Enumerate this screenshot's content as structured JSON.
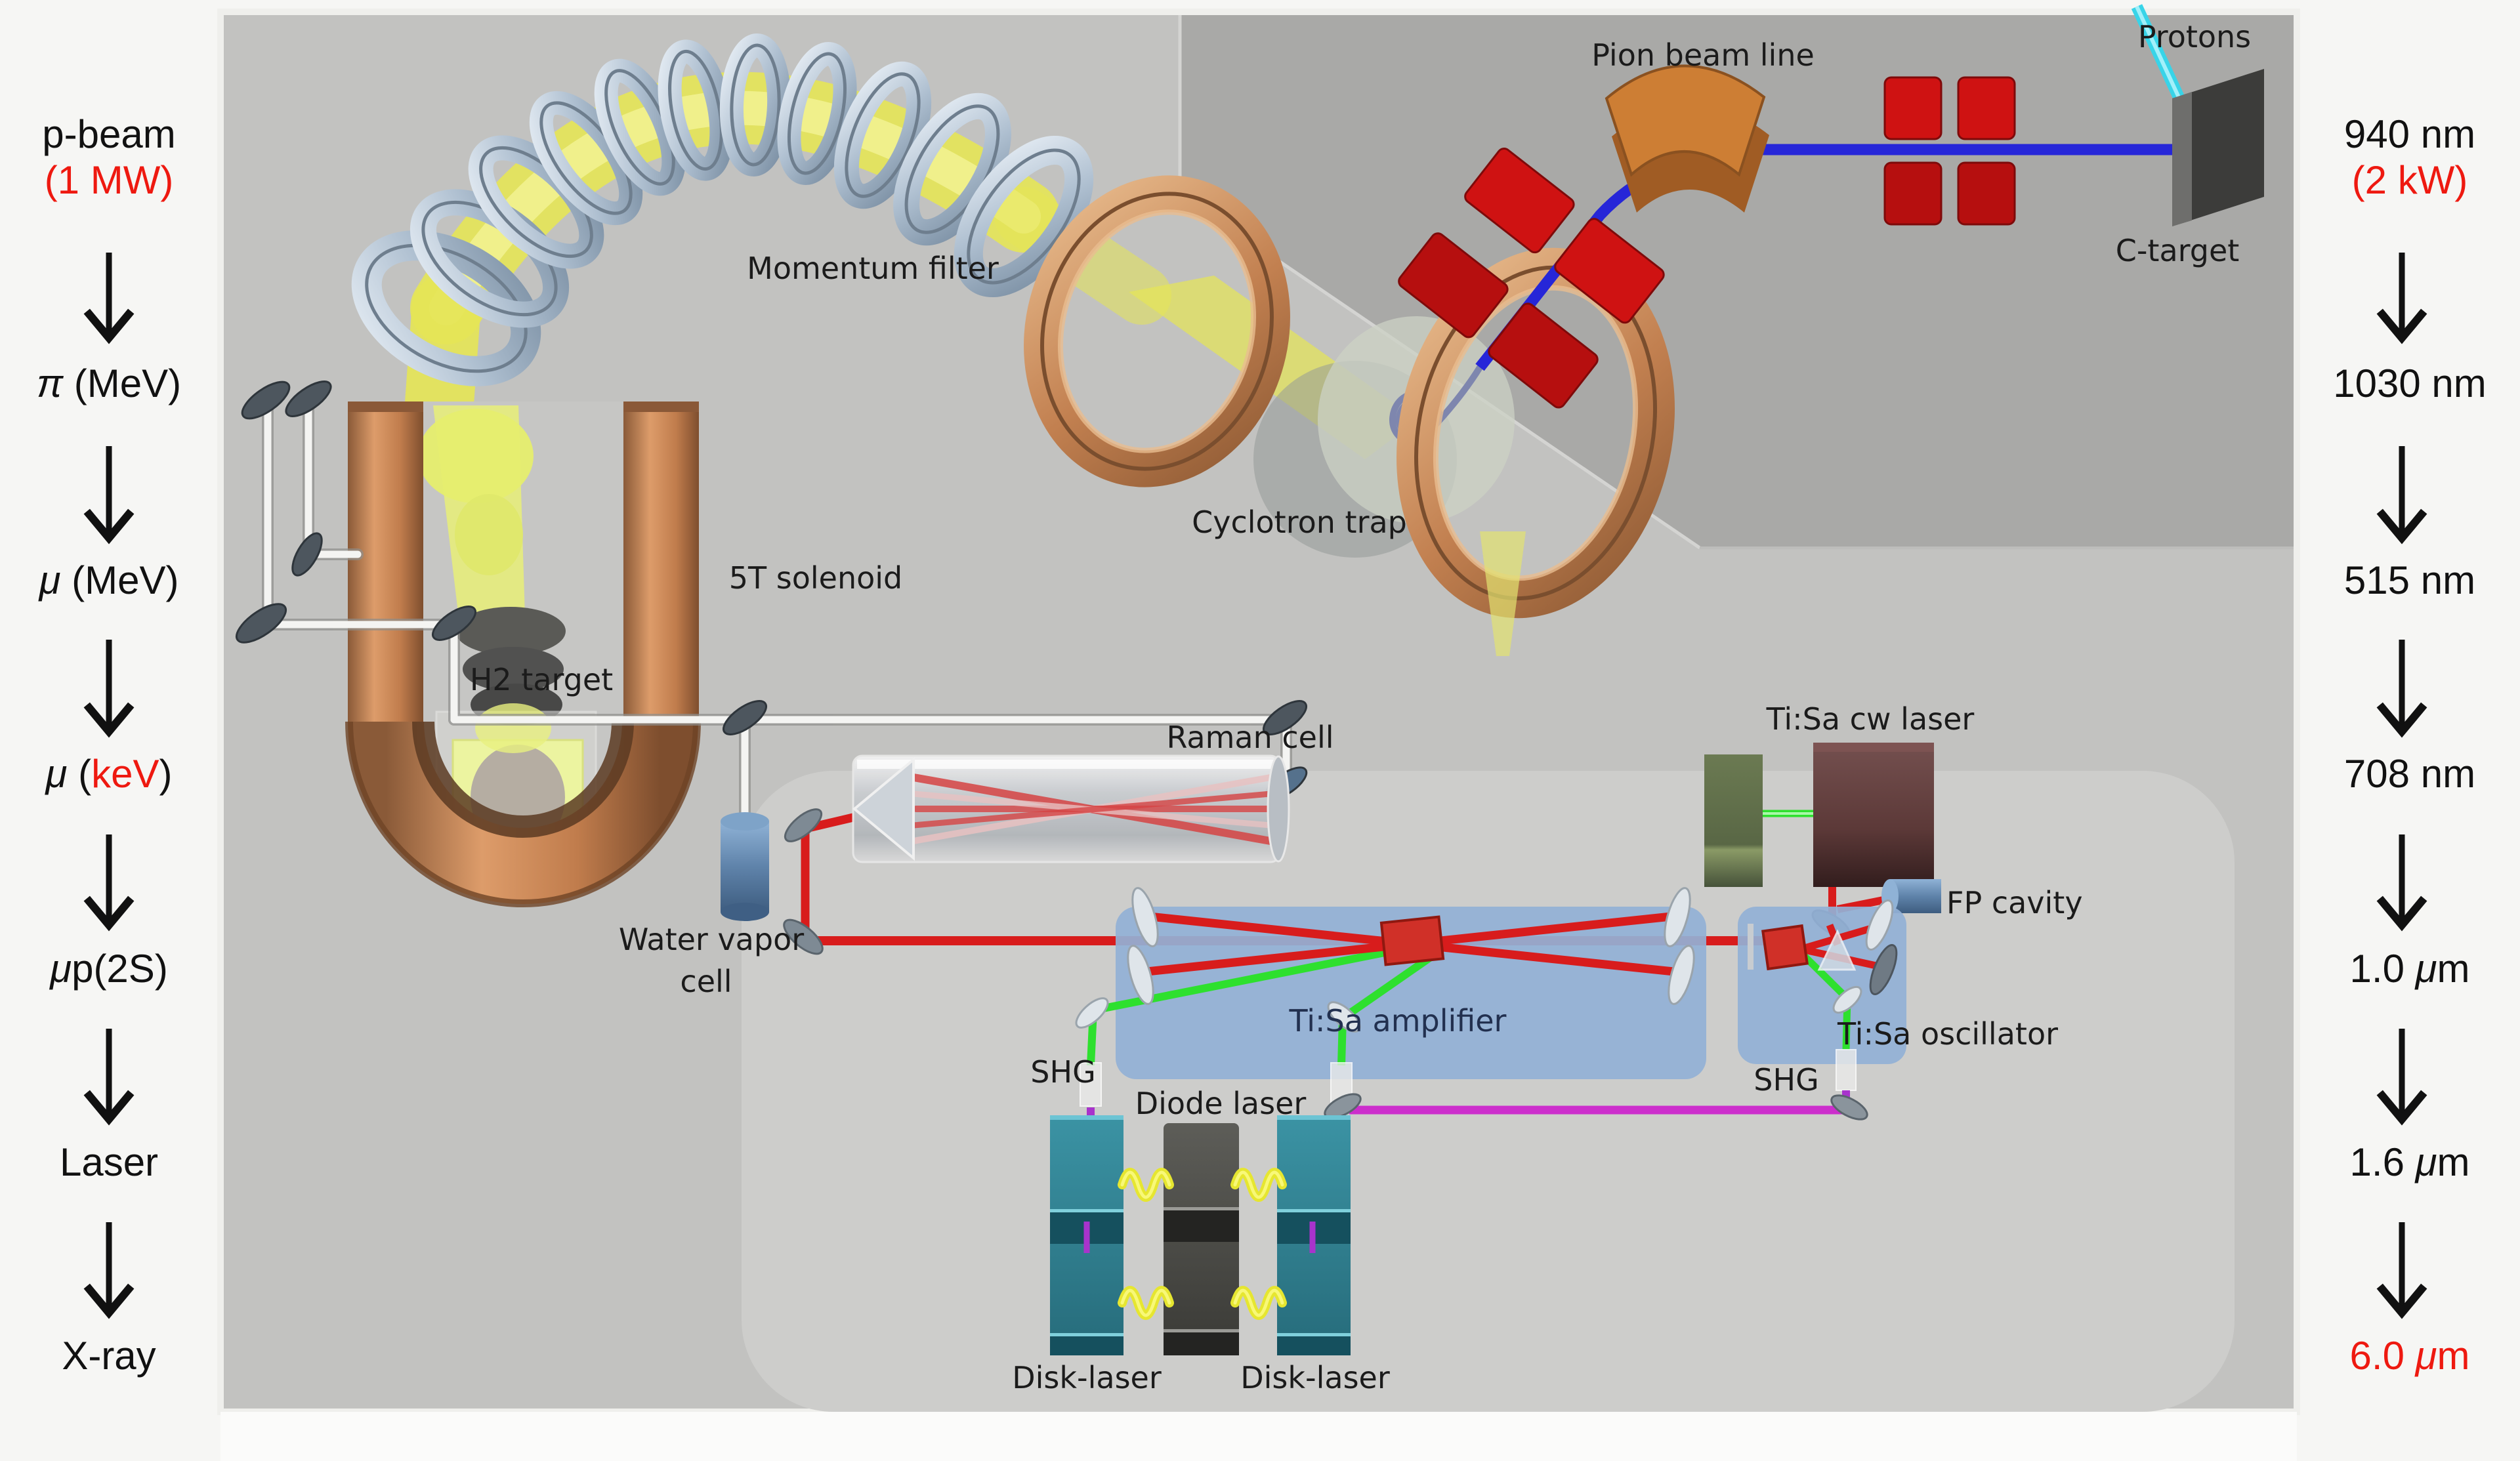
{
  "figure": {
    "type": "experiment-schematic",
    "description_visible_text_only": true,
    "flow_arrow_glyph": "↓"
  },
  "left_column": {
    "items": [
      {
        "text": "p-beam",
        "sub": "(1 MW)",
        "sub_color": "#ee1910"
      },
      {
        "greek": "π",
        "rest": " (MeV)"
      },
      {
        "greek": "μ",
        "rest": " (MeV)"
      },
      {
        "greek": "μ",
        "open": " (",
        "highlight": "keV",
        "close": ")",
        "highlight_color": "#ee1910"
      },
      {
        "greek": "μ",
        "rest": "p(2S)"
      },
      {
        "text": "Laser"
      },
      {
        "text": "X-ray"
      }
    ]
  },
  "right_column": {
    "items": [
      {
        "text": "940 nm",
        "sub": "(2 kW)",
        "sub_color": "#ee1910"
      },
      {
        "text": "1030 nm"
      },
      {
        "text": "515 nm"
      },
      {
        "text": "708 nm"
      },
      {
        "value": "1.0 ",
        "unit_greek": "μ",
        "unit_rest": "m"
      },
      {
        "value": "1.6 ",
        "unit_greek": "μ",
        "unit_rest": "m"
      },
      {
        "value": "6.0 ",
        "unit_greek": "μ",
        "unit_rest": "m",
        "color": "#ee1910"
      }
    ]
  },
  "diagram": {
    "labels": {
      "momentum_filter": "Momentum filter",
      "pion_beam_line": "Pion beam line",
      "protons": "Protons",
      "c_target": "C-target",
      "cyclotron_trap": "Cyclotron trap",
      "solenoid_5t": "5T solenoid",
      "h2_target": "H2 target",
      "raman_cell": "Raman cell",
      "water_vapor_line1": "Water vapor",
      "water_vapor_line2": "cell",
      "tisa_cw_laser": "Ti:Sa cw laser",
      "fp_cavity": "FP cavity",
      "tisa_amplifier": "Ti:Sa amplifier",
      "shg_left": "SHG",
      "shg_right": "SHG",
      "diode_laser": "Diode laser",
      "tisa_oscillator": "Ti:Sa oscillator",
      "disk_laser_left": "Disk-laser",
      "disk_laser_right": "Disk-laser"
    },
    "colors": {
      "accent_red_text": "#ee1910",
      "panel_gray": "#c2c2c0",
      "platform_gray": "#a9a9a7",
      "table_gray": "#cdcdcb",
      "copper": "#c8895a",
      "beam_yellow": "#e6e656",
      "beam_red": "#d81c1c",
      "beam_green": "#2ee02e",
      "beam_blue": "#2626d8",
      "beam_cyan": "#38d4e8",
      "beam_magenta": "#cc2ecc",
      "fiber_yellow": "#e6e630",
      "teal_box": "#2e7e8e",
      "maroon_box": "#5f3a3a",
      "olive_box": "#5f6d47",
      "steel_blue": "#6d8fb5"
    }
  }
}
